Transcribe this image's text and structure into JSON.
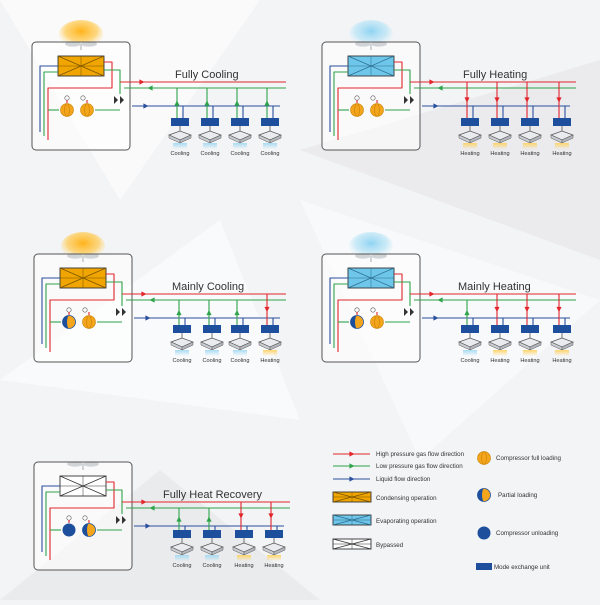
{
  "colors": {
    "high": "#e1262c",
    "low": "#2ea34a",
    "liquid": "#2a4f9e",
    "condensing": "#f0a500",
    "evaporating": "#6ec6ea",
    "unit_box": "#1d4f9c",
    "frame": "#555555",
    "heat_glow": "#ffb31a",
    "cool_glow": "#8fd3f2"
  },
  "panels": [
    {
      "title": "Fully Cooling",
      "exchanger": "condensing",
      "glow": "heat",
      "compressors": [
        "full",
        "full"
      ],
      "units": [
        "Cooling",
        "Cooling",
        "Cooling",
        "Cooling"
      ]
    },
    {
      "title": "Fully Heating",
      "exchanger": "evaporating",
      "glow": "cool",
      "compressors": [
        "full",
        "full"
      ],
      "units": [
        "Heating",
        "Heating",
        "Heating",
        "Heating"
      ]
    },
    {
      "title": "Mainly Cooling",
      "exchanger": "condensing",
      "glow": "heat",
      "compressors": [
        "partial",
        "full"
      ],
      "units": [
        "Cooling",
        "Cooling",
        "Cooling",
        "Heating"
      ]
    },
    {
      "title": "Mainly Heating",
      "exchanger": "evaporating",
      "glow": "cool",
      "compressors": [
        "partial",
        "full"
      ],
      "units": [
        "Cooling",
        "Heating",
        "Heating",
        "Heating"
      ]
    },
    {
      "title": "Fully Heat Recovery",
      "exchanger": "bypassed",
      "glow": "none",
      "compressors": [
        "unloading",
        "partial"
      ],
      "units": [
        "Cooling",
        "Cooling",
        "Heating",
        "Heating"
      ]
    }
  ],
  "legend": {
    "high": "High pressure gas flow direction",
    "low": "Low pressure gas flow direction",
    "liquid": "Liquid  flow direction",
    "condensing": "Condensing operation",
    "evaporating": "Evaporating operation",
    "bypassed": "Bypassed",
    "full": "Compressor full loading",
    "partial": "Partial loading",
    "unloading": "Compressor unloading",
    "mode": "Mode exchange unit"
  }
}
